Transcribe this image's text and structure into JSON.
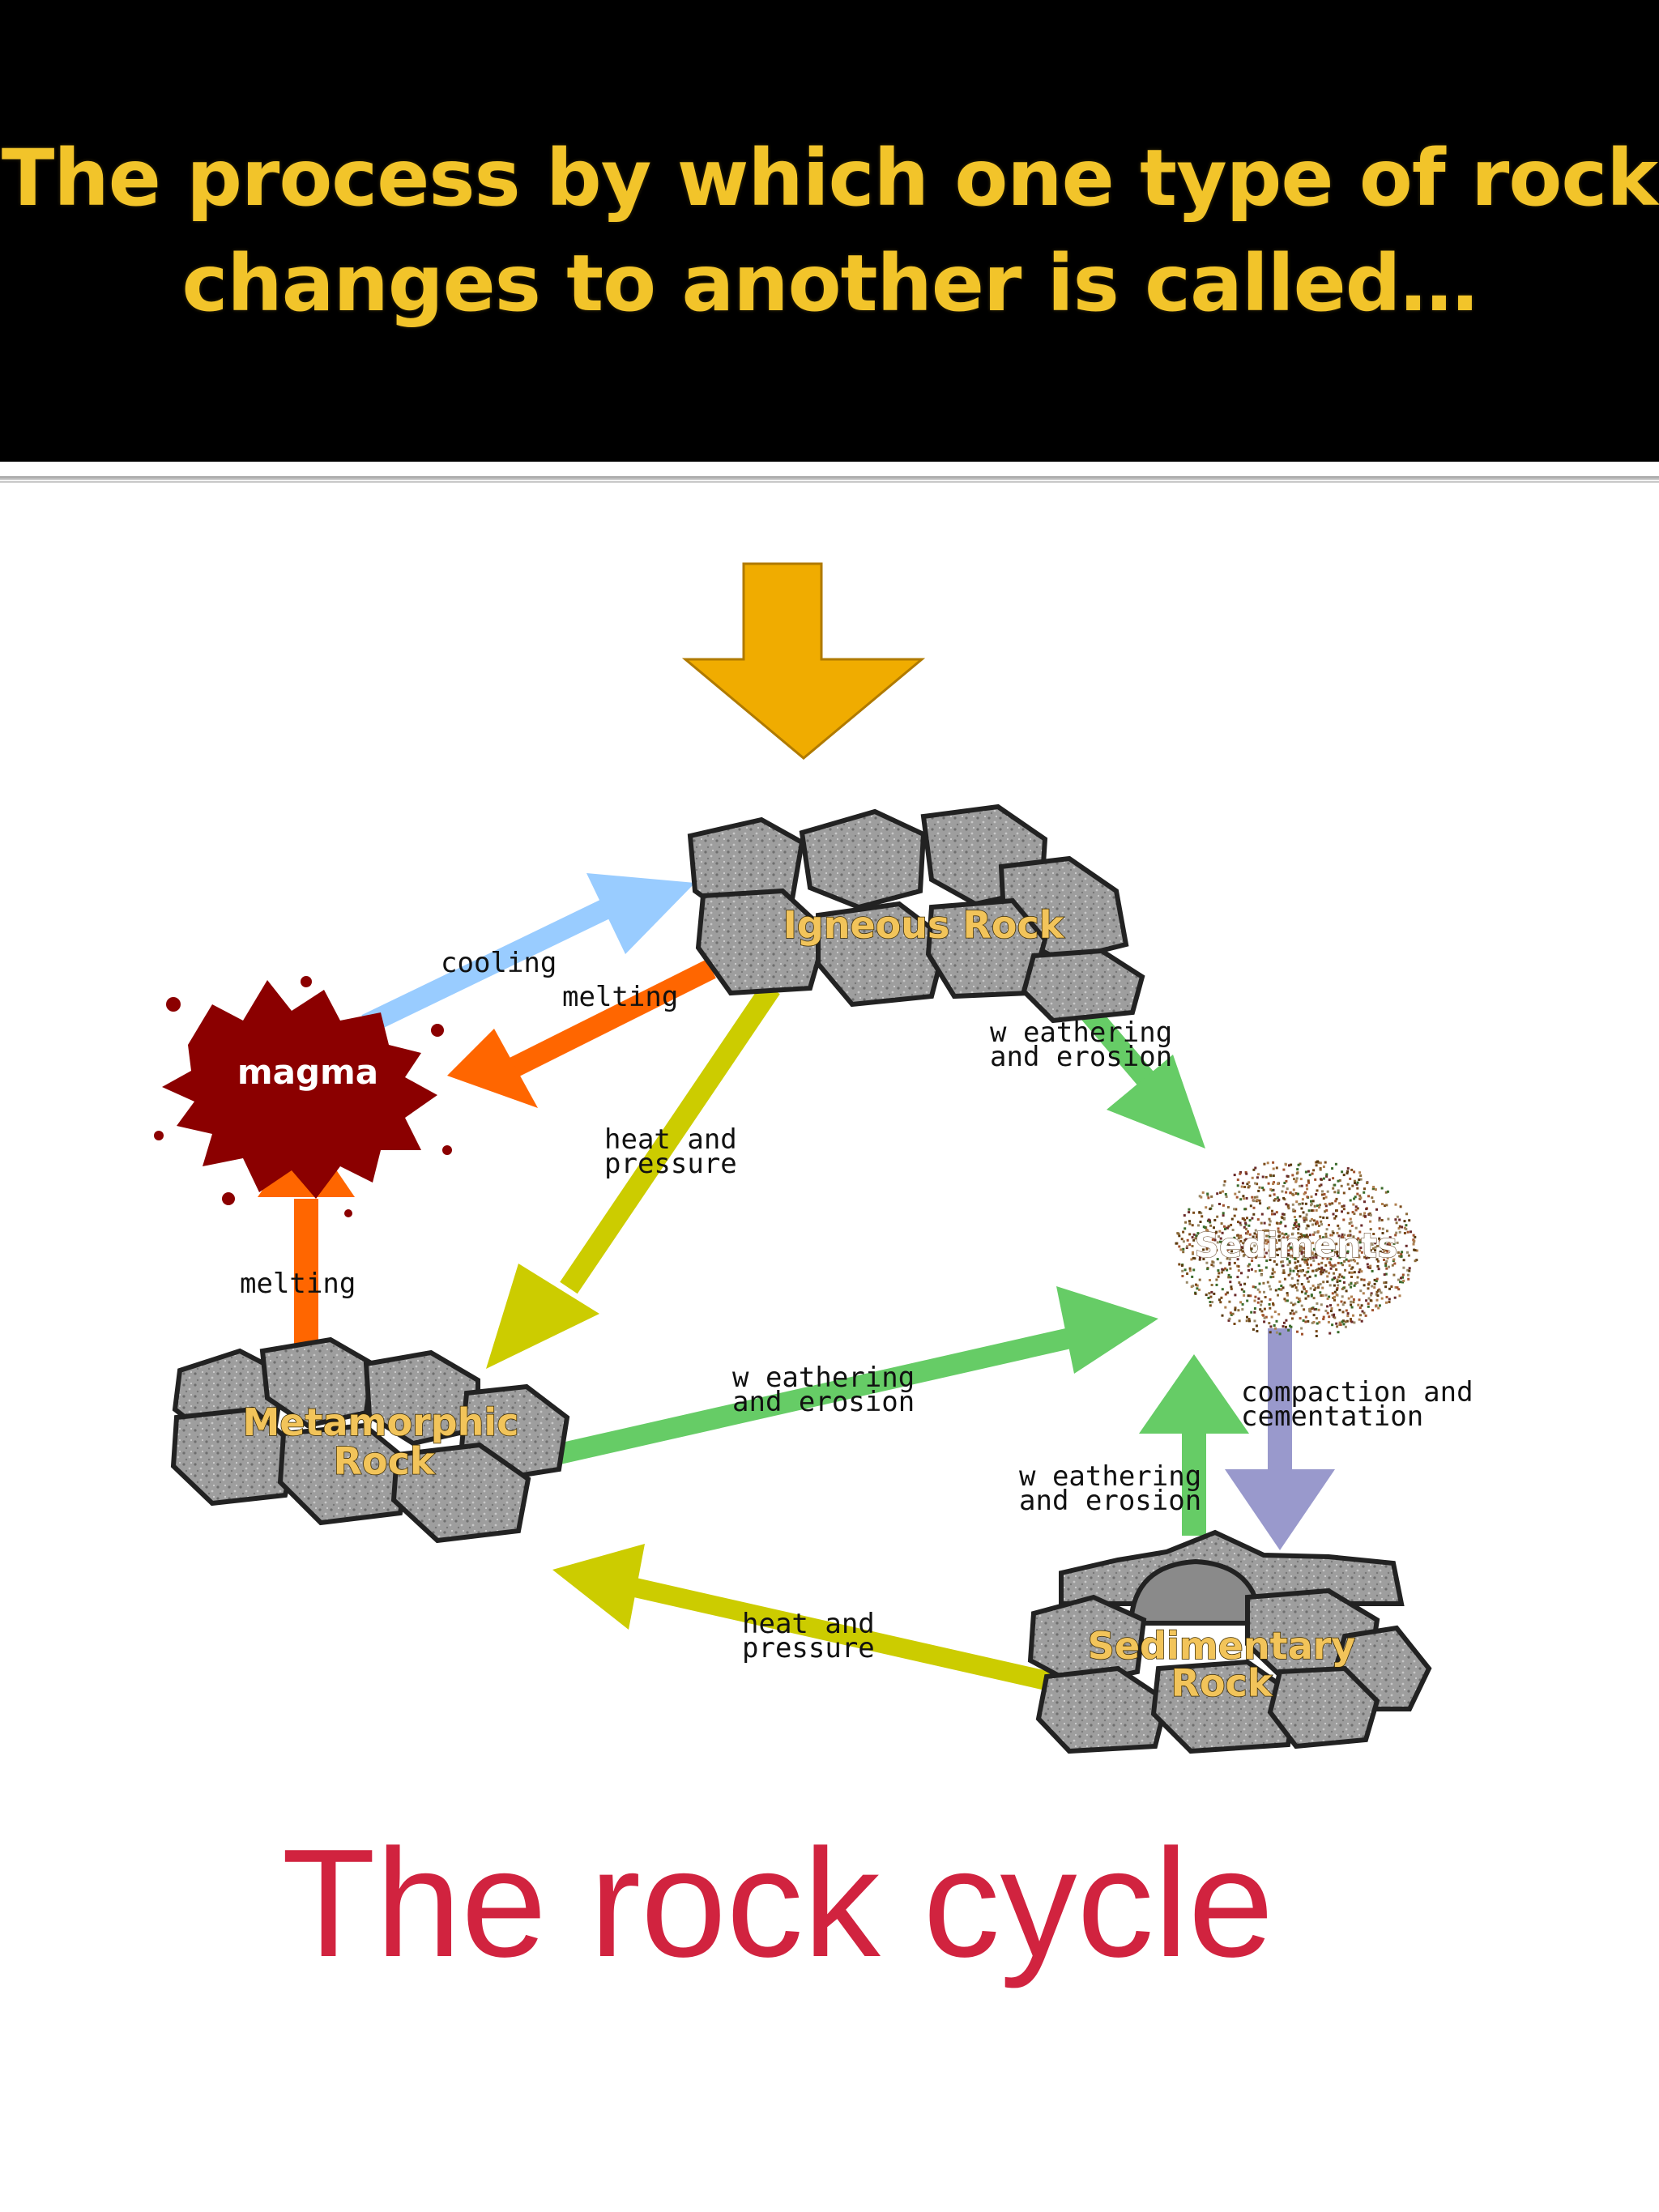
{
  "header": {
    "line1": "The process by which one type of rock",
    "line2": "changes to another is called…",
    "bg_color": "#000000",
    "text_color": "#F2C42A"
  },
  "diagram": {
    "nodes": {
      "igneous": "Igneous Rock",
      "magma": "magma",
      "sediments": "Sediments",
      "metamorphic_line1": "Metamorphic",
      "metamorphic_line2": "Rock",
      "sedimentary_line1": "Sedimentary",
      "sedimentary_line2": "Rock"
    },
    "edges": {
      "cooling": "cooling",
      "melting_top": "melting",
      "melting_left": "melting",
      "heat_pressure_1_l1": "heat and",
      "heat_pressure_1_l2": "pressure",
      "weathering_1_l1": "w eathering",
      "weathering_1_l2": "and erosion",
      "weathering_2_l1": "w eathering",
      "weathering_2_l2": "and erosion",
      "weathering_3_l1": "w eathering",
      "weathering_3_l2": "and erosion",
      "compaction_l1": "compaction and",
      "compaction_l2": "cementation",
      "heat_pressure_2_l1": "heat and",
      "heat_pressure_2_l2": "pressure"
    },
    "colors": {
      "pointer_arrow": "#F0AC00",
      "cooling": "#99CCFF",
      "melting": "#FF6600",
      "heat_pressure": "#CCCC00",
      "weathering": "#66CC66",
      "compaction": "#9999CC",
      "magma": "#8B0000",
      "rock_fill": "#A9A9A9"
    }
  },
  "caption": "The rock cycle"
}
